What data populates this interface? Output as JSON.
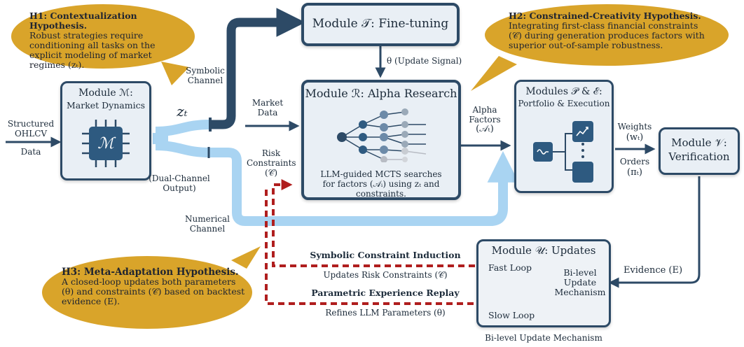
{
  "hypotheses": {
    "h1": {
      "title": "H1: Contextualization Hypothesis.",
      "text": "Robust strategies require conditioning all tasks on the explicit modeling of market regimes (zₜ)."
    },
    "h2": {
      "title": "H2: Constrained-Creativity Hypothesis.",
      "text": "Integrating first-class financial constraints (𝒞) during generation produces factors with superior out-of-sample robustness."
    },
    "h3": {
      "title": "H3: Meta-Adaptation Hypothesis.",
      "text": "A closed-loop updates both parameters (θ) and constraints (𝒞) based on backtest evidence (E)."
    }
  },
  "modules": {
    "m": {
      "title": "Module ℳ:",
      "subtitle": "Market Dynamics",
      "chip": "ℳ"
    },
    "t": {
      "title": "Module 𝒯: Fine-tuning"
    },
    "r": {
      "title": "Module ℛ: Alpha Research",
      "caption": "LLM-guided MCTS searches for factors (𝒜ᵢ) using zₜ and constraints."
    },
    "pe": {
      "title": "Modules 𝒫 & ℰ:",
      "subtitle": "Portfolio & Execution"
    },
    "v": {
      "title": "Module 𝒱:",
      "subtitle": "Verification"
    },
    "u": {
      "title": "Module 𝒰: Updates",
      "fast": "Fast Loop",
      "slow": "Slow Loop",
      "mechanism": "Bi-level Update Mechanism"
    }
  },
  "labels": {
    "input_1": "Structured",
    "input_2": "OHLCV",
    "input_3": "Data",
    "z": "zₜ",
    "symbolic_1": "Symbolic",
    "symbolic_2": "Channel",
    "dual_1": "(Dual-Channel",
    "dual_2": "Output)",
    "numerical_1": "Numerical",
    "numerical_2": "Channel",
    "market_1": "Market",
    "market_2": "Data",
    "risk_1": "Risk",
    "risk_2": "Constraints",
    "risk_3": "(𝒞)",
    "theta": "θ (Update Signal)",
    "alpha_1": "Alpha",
    "alpha_2": "Factors",
    "alpha_3": "(𝒜ₜ)",
    "weights_1": "Weights",
    "weights_2": "(wₜ)",
    "orders_1": "Orders",
    "orders_2": "(πₜ)",
    "evidence": "Evidence (E)",
    "sci_title": "Symbolic Constraint Induction",
    "sci_sub": "Updates Risk Constraints (𝒞)",
    "per_title": "Parametric Experience Replay",
    "per_sub": "Refines LLM Parameters (θ)",
    "footer": "Bi-level Update Mechanism"
  },
  "colors": {
    "navy": "#2d4a66",
    "light_blue": "#a9d4f2",
    "red_dashed": "#b01e1e",
    "gold": "#d9a42a",
    "box_fill": "#e9eff5"
  },
  "icons": [
    "chip-icon",
    "tree-icon",
    "signal-icon",
    "line-chart-icon",
    "arrow-icon"
  ]
}
